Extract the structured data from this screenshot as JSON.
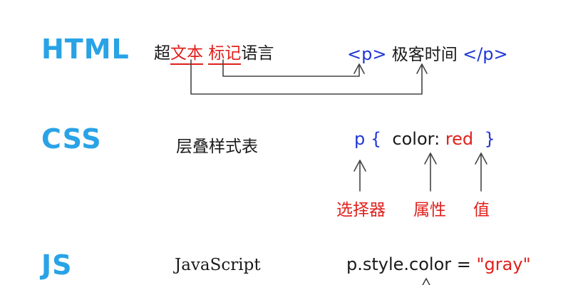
{
  "html": {
    "lang": "HTML",
    "desc_pre": "超",
    "desc_term1": "文本",
    "desc_term2": "标记",
    "desc_post": "语言",
    "code_open": "<p>",
    "code_text": " 极客时间 ",
    "code_close": "</p>"
  },
  "css": {
    "lang": "CSS",
    "desc": "层叠样式表",
    "code_selector": "p",
    "code_brace_open": "{",
    "code_property": "color:",
    "code_value": "red",
    "code_brace_close": "}",
    "label_selector": "选择器",
    "label_property": "属性",
    "label_value": "值"
  },
  "js": {
    "lang": "JS",
    "desc": "JavaScript",
    "code_prefix": "p.style.color = ",
    "code_string": "\"gray\""
  },
  "colors": {
    "lang": "#29a3e6",
    "tag": "#1f37d6",
    "highlight": "#e0201c",
    "text": "#1a1a1a",
    "arrow": "#444444"
  }
}
